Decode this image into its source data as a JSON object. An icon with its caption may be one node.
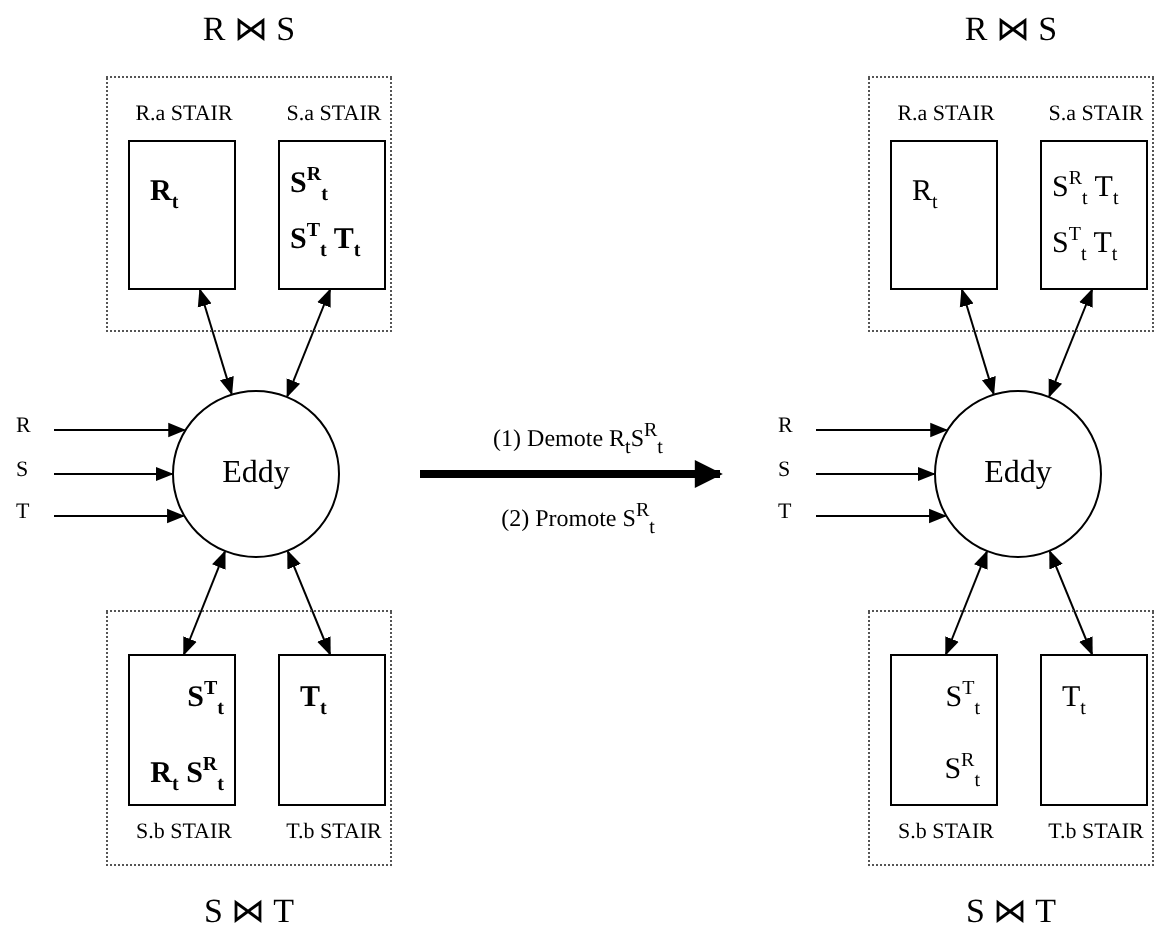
{
  "diagram": {
    "nodes": [
      {
        "text": [
          "R ⋈ S"
        ]
      },
      {
        "text": [
          "R.a STAIR",
          "R$_{t}$"
        ],
        "in": 0
      },
      {
        "text": [
          "S.a STAIR",
          "S$^{R}$$_{t}$",
          "S$^{T}$$_{t}$ T$_{t}$"
        ],
        "in": 0
      },
      {
        "text": [
          "Eddy"
        ]
      },
      {
        "text": [
          "R"
        ]
      },
      {
        "text": [
          "S"
        ]
      },
      {
        "text": [
          "T"
        ]
      },
      {
        "text": [
          "S ⋈ T"
        ]
      },
      {
        "text": [
          "S$^{T}$$_{t}$",
          "R$_{t}$ S$^{R}$$_{t}$",
          "S.b STAIR"
        ],
        "in": 7
      },
      {
        "text": [
          "T$_{t}$",
          "T.b STAIR"
        ],
        "in": 7
      },
      {
        "text": [
          "R ⋈ S"
        ]
      },
      {
        "text": [
          "R.a STAIR",
          "R$_{t}$"
        ],
        "in": 10
      },
      {
        "text": [
          "S.a STAIR",
          "S$^{R}$$_{t}$ T$_{t}$",
          "S$^{T}$$_{t}$ T$_{t}$"
        ],
        "in": 10
      },
      {
        "text": [
          "Eddy"
        ]
      },
      {
        "text": [
          "R"
        ]
      },
      {
        "text": [
          "S"
        ]
      },
      {
        "text": [
          "T"
        ]
      },
      {
        "text": [
          "S ⋈ T"
        ]
      },
      {
        "text": [
          "S$^{T}$$_{t}$",
          "S$^{R}$$_{t}$",
          "S.b STAIR"
        ],
        "in": 17
      },
      {
        "text": [
          "T$_{t}$",
          "T.b STAIR"
        ],
        "in": 17
      }
    ],
    "edges": [
      {
        "from": 1,
        "to": 3,
        "arrow": "both"
      },
      {
        "from": 2,
        "to": 3,
        "arrow": "both"
      },
      {
        "from": 4,
        "to": 3,
        "arrow": "to"
      },
      {
        "from": 5,
        "to": 3,
        "arrow": "to"
      },
      {
        "from": 6,
        "to": 3,
        "arrow": "to"
      },
      {
        "from": 3,
        "to": 8,
        "arrow": "both"
      },
      {
        "from": 3,
        "to": 9,
        "arrow": "both"
      },
      {
        "from": 11,
        "to": 13,
        "arrow": "both"
      },
      {
        "from": 12,
        "to": 13,
        "arrow": "both"
      },
      {
        "from": 14,
        "to": 13,
        "arrow": "to"
      },
      {
        "from": 15,
        "to": 13,
        "arrow": "to"
      },
      {
        "from": 16,
        "to": 13,
        "arrow": "to"
      },
      {
        "from": 13,
        "to": 18,
        "arrow": "both"
      },
      {
        "from": 13,
        "to": 19,
        "arrow": "both"
      }
    ],
    "labels": [
      "(1) Demote R$_{t}$S$^{R}$$_{t}$",
      "(2) Promote S$^{R}$$_{t}$"
    ]
  }
}
